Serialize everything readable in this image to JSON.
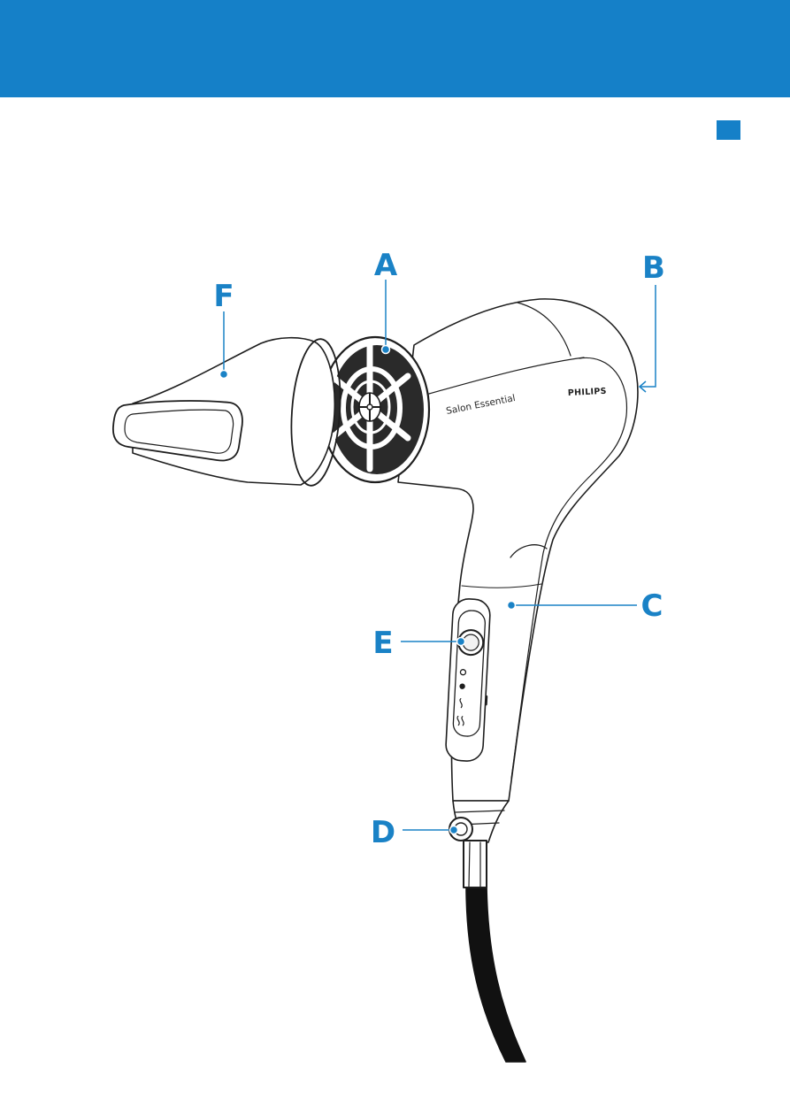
{
  "colors": {
    "accent": "#1580c8",
    "label": "#1a82c6",
    "ink": "#1e1e1e",
    "cord": "#111111"
  },
  "product": {
    "model_name": "Salon Essential",
    "brand": "PHILIPS"
  },
  "switch_positions": [
    {
      "icon": "off-circle-icon"
    },
    {
      "icon": "filled-dot-icon"
    },
    {
      "icon": "single-wave-icon"
    },
    {
      "icon": "double-wave-icon"
    }
  ],
  "labels": {
    "A": "A",
    "B": "B",
    "C": "C",
    "D": "D",
    "E": "E",
    "F": "F"
  }
}
